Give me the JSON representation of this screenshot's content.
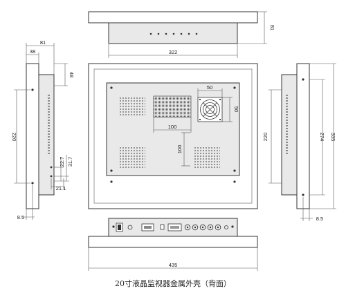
{
  "caption": "20寸液晶监视器金属外壳（背面）",
  "dimensions": {
    "top_depth": "81",
    "top_width": "322",
    "left_depth": "81",
    "left_sub": "38",
    "left_top": "48",
    "left_height": "220",
    "left_h1": "22.7",
    "left_h2": "31.7",
    "left_w1": "21.1",
    "left_edge": "8.5",
    "back_w50": "50",
    "back_h50": "50",
    "back_w100": "100",
    "back_h100": "100",
    "right_h220": "220",
    "right_h274": "274",
    "right_h335": "335",
    "right_edge": "8.5",
    "bottom_width": "435"
  }
}
